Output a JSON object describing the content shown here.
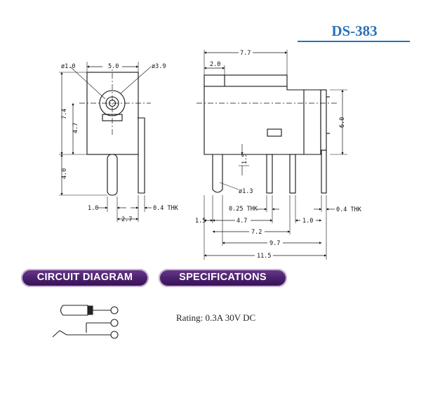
{
  "part_number": "DS-383",
  "dimensions": {
    "d_1_0": "ø1.0",
    "d_5_0": "5.0",
    "d_3_9": "ø3.9",
    "d_7_4": "7.4",
    "d_4_7": "4.7",
    "d_4_0": "4.0",
    "d_1_0b": "1.0",
    "d_0_4_thk": "0.4 THK",
    "d_2_7": "2.7",
    "d_7_7": "7.7",
    "d_2_0": "2.0",
    "d_6_0": "6.0",
    "d_1_5v": "1.5",
    "d_1_3": "ø1.3",
    "d_0_25_thk": "0.25 THK",
    "d_0_4_thk_r": "0.4 THK",
    "d_1_5": "1.5",
    "d_4_7b": "4.7",
    "d_1_0c": "1.0",
    "d_7_2": "7.2",
    "d_9_7": "9.7",
    "d_11_5": "11.5"
  },
  "sections": {
    "circuit_diagram": "CIRCUIT DIAGRAM",
    "specifications": "SPECIFICATIONS"
  },
  "spec_text": "Rating: 0.3A 30V DC"
}
